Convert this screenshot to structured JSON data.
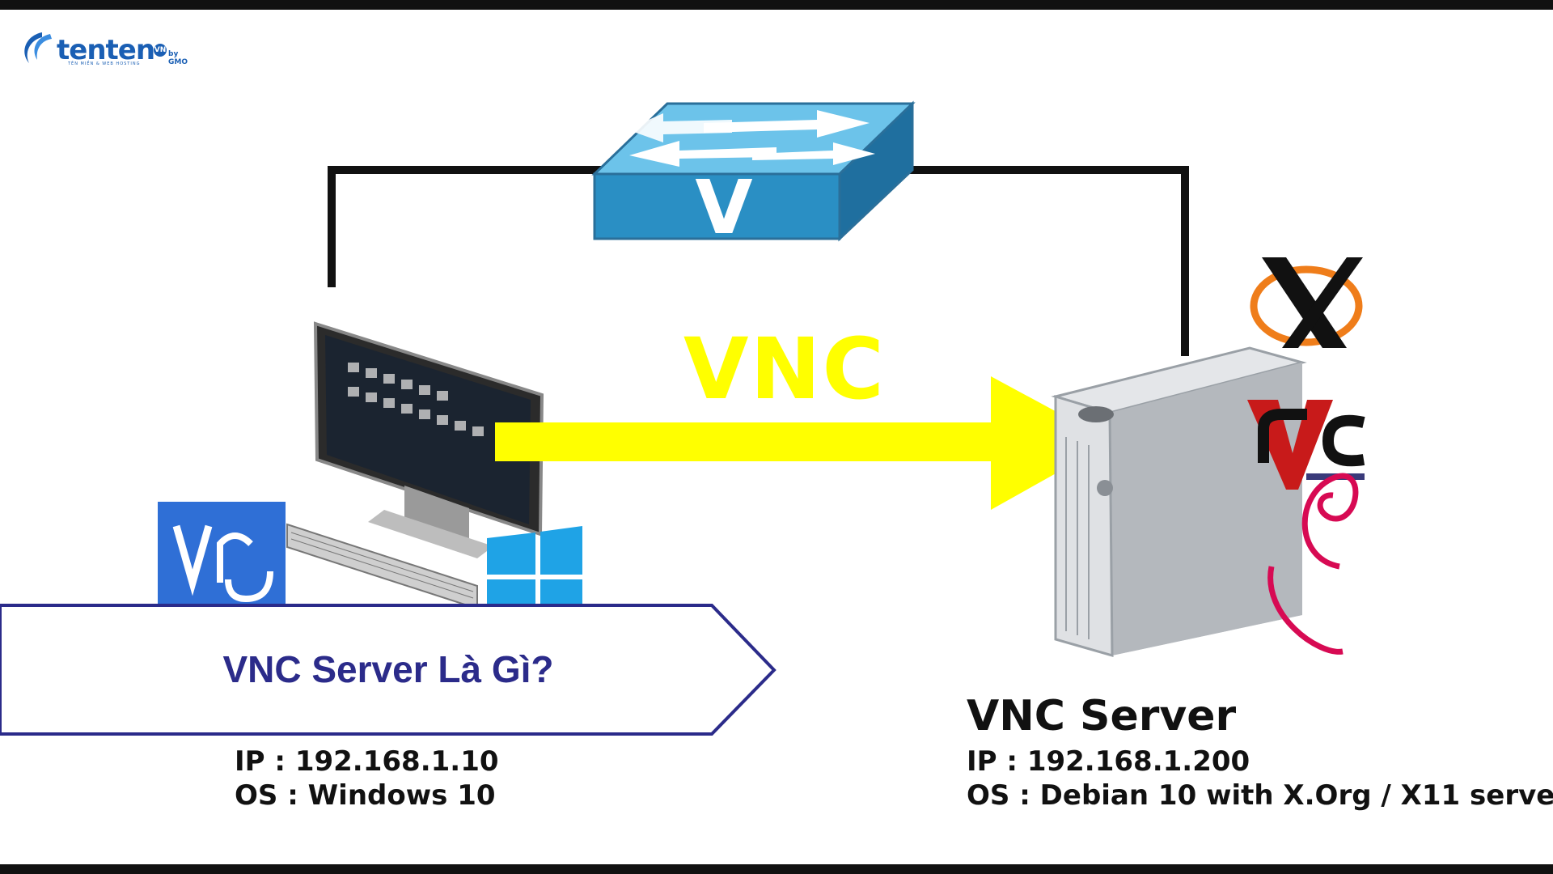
{
  "logo": {
    "name": "tenten",
    "badge": "VN",
    "suffix": "by GMO",
    "tagline": "TÊN MIỀN & WEB HOSTING"
  },
  "connection": {
    "protocol_label": "VNC",
    "switch_letter": "V"
  },
  "banner": {
    "title": "VNC Server Là Gì?"
  },
  "client": {
    "ip_line": "IP : 192.168.1.10",
    "os_line": "OS : Windows 10",
    "logos": [
      "vnc-viewer-logo",
      "windows-logo"
    ]
  },
  "server": {
    "title": "VNC Server",
    "ip_line": "IP : 192.168.1.200",
    "os_line": "OS : Debian 10 with X.Org / X11 serve",
    "logos": [
      "xorg-logo",
      "vnc-logo",
      "debian-logo"
    ]
  },
  "colors": {
    "arrow": "#ffff00",
    "switch": "#2a8fc4",
    "banner_border": "#2b2b8a",
    "brand": "#1a5fb4",
    "debian": "#d70a53"
  }
}
